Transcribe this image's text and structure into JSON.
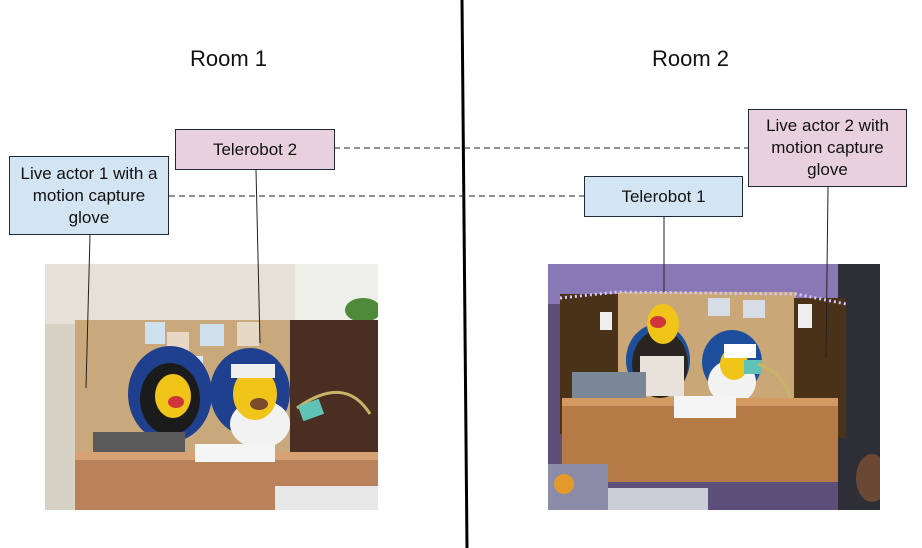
{
  "rooms": {
    "left": {
      "title": "Room 1"
    },
    "right": {
      "title": "Room 2"
    }
  },
  "labels": {
    "live_actor_1": "Live actor 1 with a motion capture glove",
    "telerobot_2": "Telerobot 2",
    "telerobot_1": "Telerobot 1",
    "live_actor_2": "Live actor 2 with motion capture glove"
  },
  "colors": {
    "actor_box": "#d3e4f3",
    "telerobot_box_left": "#e8d1dc",
    "telerobot_box_right": "#d3e4f3",
    "actor2_box": "#e8d1dc",
    "led_strip": "#d9c8ff"
  }
}
